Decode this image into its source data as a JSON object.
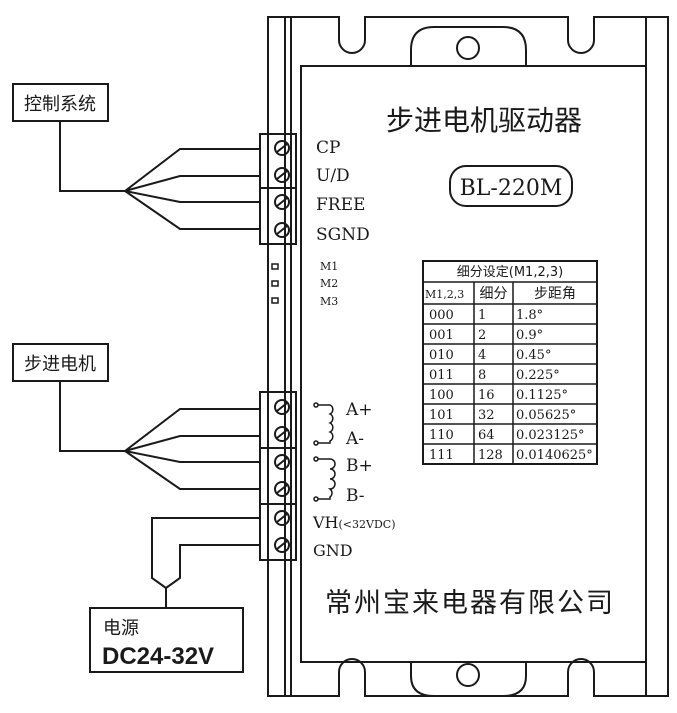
{
  "diagram": {
    "title": "步进电机驱动器",
    "model": "BL-220M",
    "manufacturer": "常州宝来电器有限公司",
    "external_boxes": {
      "control_system": "控制系统",
      "stepper_motor": "步进电机",
      "power_supply": {
        "label": "电源",
        "voltage": "DC24-32V"
      }
    },
    "control_terminals": [
      "CP",
      "U/D",
      "FREE",
      "SGND"
    ],
    "dip_switches": [
      "M1",
      "M2",
      "M3"
    ],
    "motor_terminals": [
      "A+",
      "A-",
      "B+",
      "B-"
    ],
    "power_terminals": {
      "vh": "VH",
      "vh_note": "(<32VDC)",
      "gnd": "GND"
    },
    "microstep_table": {
      "title": "细分设定(M1,2,3)",
      "headers": [
        "M1,2,3",
        "细分",
        "步距角"
      ],
      "rows": [
        [
          "000",
          "1",
          "1.8°"
        ],
        [
          "001",
          "2",
          "0.9°"
        ],
        [
          "010",
          "4",
          "0.45°"
        ],
        [
          "011",
          "8",
          "0.225°"
        ],
        [
          "100",
          "16",
          "0.1125°"
        ],
        [
          "101",
          "32",
          "0.05625°"
        ],
        [
          "110",
          "64",
          "0.023125°"
        ],
        [
          "111",
          "128",
          "0.0140625°"
        ]
      ]
    },
    "icons": {
      "terminal_screw": "slotted-screw-circle",
      "motor_coil": "inductor-coil",
      "mounting_hole": "circle-hole"
    },
    "colors": {
      "line": "#1a1a1a",
      "background": "#ffffff"
    }
  }
}
